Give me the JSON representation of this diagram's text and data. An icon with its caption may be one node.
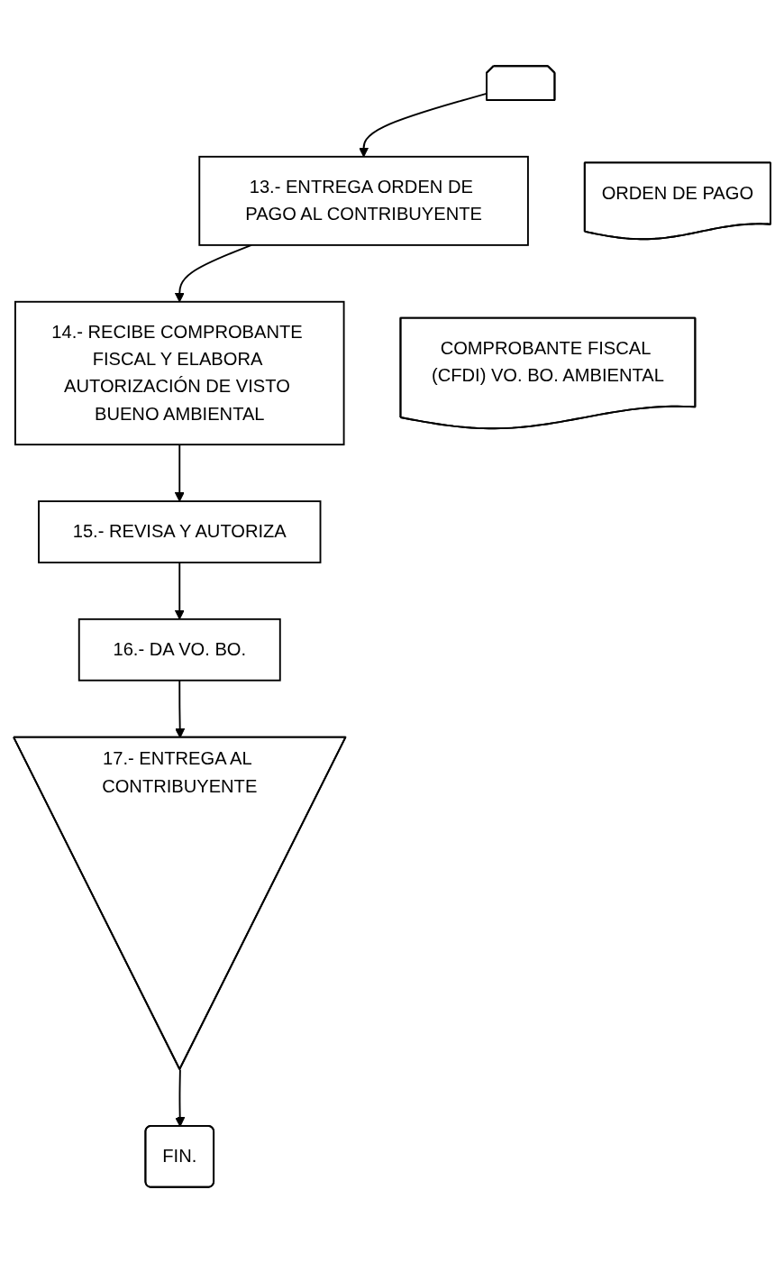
{
  "diagram": {
    "nodes": [
      {
        "text": [],
        "shape": "pentagon"
      },
      {
        "text": [
          "13.- ENTREGA ORDEN DE PAGO AL CONTRIBUYENTE"
        ]
      },
      {
        "text": [
          "ORDEN DE PAGO"
        ]
      },
      {
        "text": [
          "14.- RECIBE COMPROBANTE FISCAL Y ELABORA AUTORIZACIÓN DE VISTO BUENO AMBIENTAL"
        ]
      },
      {
        "text": [
          "COMPROBANTE FISCAL (CFDI) VO. BO. AMBIENTAL"
        ]
      },
      {
        "text": [
          "15.- REVISA Y AUTORIZA"
        ]
      },
      {
        "text": [
          "16.- DA VO. BO."
        ]
      },
      {
        "text": [
          "17.- ENTREGA AL CONTRIBUYENTE"
        ]
      },
      {
        "text": [
          "FIN."
        ]
      }
    ],
    "edges": [
      {
        "from": 0,
        "to": 1,
        "arrow": "to"
      },
      {
        "from": 1,
        "to": 3,
        "arrow": "to"
      },
      {
        "from": 3,
        "to": 5,
        "arrow": "to"
      },
      {
        "from": 5,
        "to": 6,
        "arrow": "to"
      },
      {
        "from": 6,
        "to": 7,
        "arrow": "to"
      },
      {
        "from": 7,
        "to": 8,
        "arrow": "to"
      }
    ]
  }
}
